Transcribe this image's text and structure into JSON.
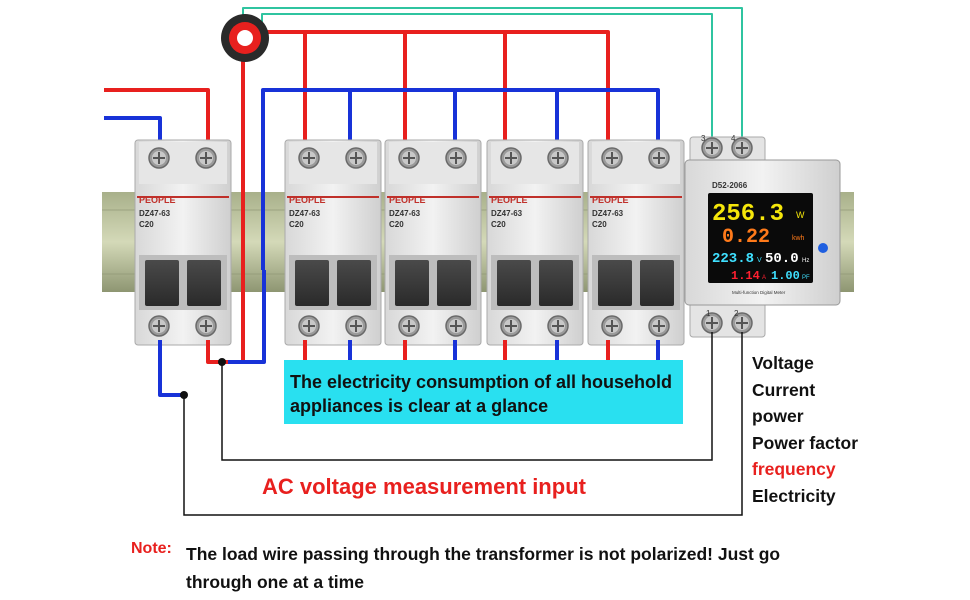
{
  "breakers": [
    {
      "brand": "PEOPLE",
      "model": "DZ47-63",
      "rating": "C20"
    },
    {
      "brand": "PEOPLE",
      "model": "DZ47-63",
      "rating": "C20"
    },
    {
      "brand": "PEOPLE",
      "model": "DZ47-63",
      "rating": "C20"
    },
    {
      "brand": "PEOPLE",
      "model": "DZ47-63",
      "rating": "C20"
    },
    {
      "brand": "PEOPLE",
      "model": "DZ47-63",
      "rating": "C20"
    }
  ],
  "meter": {
    "model": "D52-2066",
    "power": "256.3",
    "power_unit": "W",
    "energy": "0.22",
    "energy_unit": "kwh",
    "voltage": "223.8",
    "voltage_unit": "V",
    "frequency": "50.0",
    "frequency_unit": "Hz",
    "current": "1.14",
    "current_unit": "A",
    "power_factor": "1.00",
    "power_factor_unit": "PF",
    "footer": "Multi-function Digital Meter",
    "terminals_top": [
      "3",
      "4"
    ],
    "terminals_bottom": [
      "1",
      "2"
    ]
  },
  "banner": {
    "line1": "The electricity consumption of all household",
    "line2": "appliances is clear at a glance"
  },
  "ac_label": "AC voltage measurement input",
  "legend": [
    "Voltage",
    "Current",
    "power",
    "Power factor",
    "frequency",
    "Electricity"
  ],
  "note": {
    "tag": "Note:",
    "text": "The load wire passing through the transformer is not polarized! Just go through one at a time"
  },
  "colors": {
    "live": "#e8201e",
    "neutral": "#1832d8",
    "signal": "#2fc4a0",
    "banner": "#29e0f0",
    "display_yellow": "#f5e60a",
    "display_orange": "#ff7a1a",
    "display_cyan": "#3fe0ff",
    "display_white": "#ffffff",
    "display_red": "#ff2030"
  }
}
